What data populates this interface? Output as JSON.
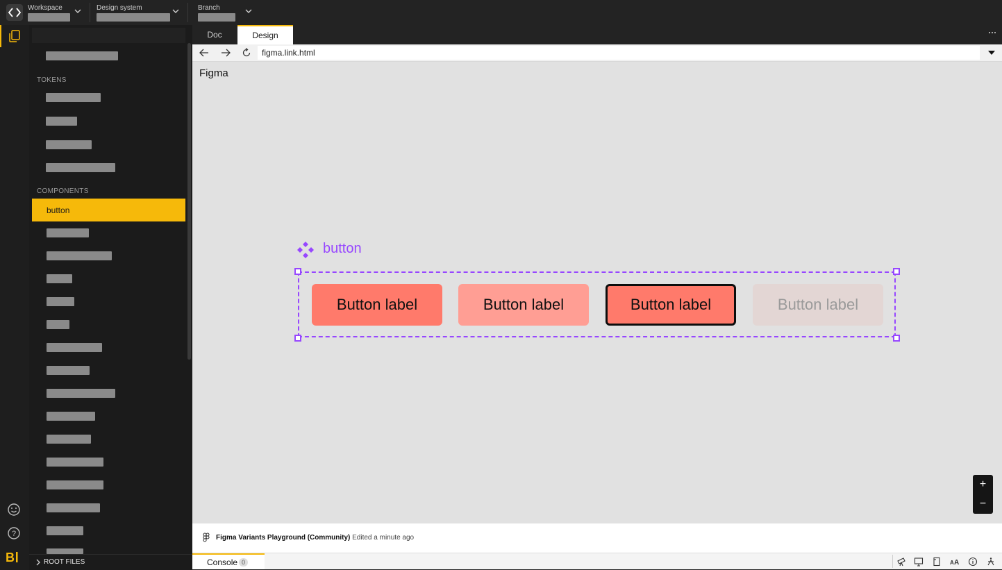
{
  "topbar": {
    "workspace_label": "Workspace",
    "design_system_label": "Design system",
    "branch_label": "Branch"
  },
  "sidebar": {
    "tokens_heading": "TOKENS",
    "components_heading": "COMPONENTS",
    "selected_item": "button",
    "root_files": "ROOT FILES"
  },
  "tabs": {
    "doc": "Doc",
    "design": "Design"
  },
  "address": {
    "url": "figma.link.html"
  },
  "canvas": {
    "title": "Figma",
    "component_name": "button",
    "buttons": [
      "Button label",
      "Button label",
      "Button label",
      "Button label"
    ]
  },
  "footer": {
    "file_name": "Figma Variants Playground (Community)",
    "edited": "Edited a minute ago"
  },
  "console": {
    "label": "Console",
    "count": "0"
  },
  "zoom": {
    "plus": "+",
    "minus": "−"
  },
  "colors": {
    "accent": "#f6b90a",
    "selection": "#9747ff",
    "button_primary": "#ff7a6b",
    "button_hover": "#ff9e94",
    "button_disabled": "#e3d6d4"
  }
}
